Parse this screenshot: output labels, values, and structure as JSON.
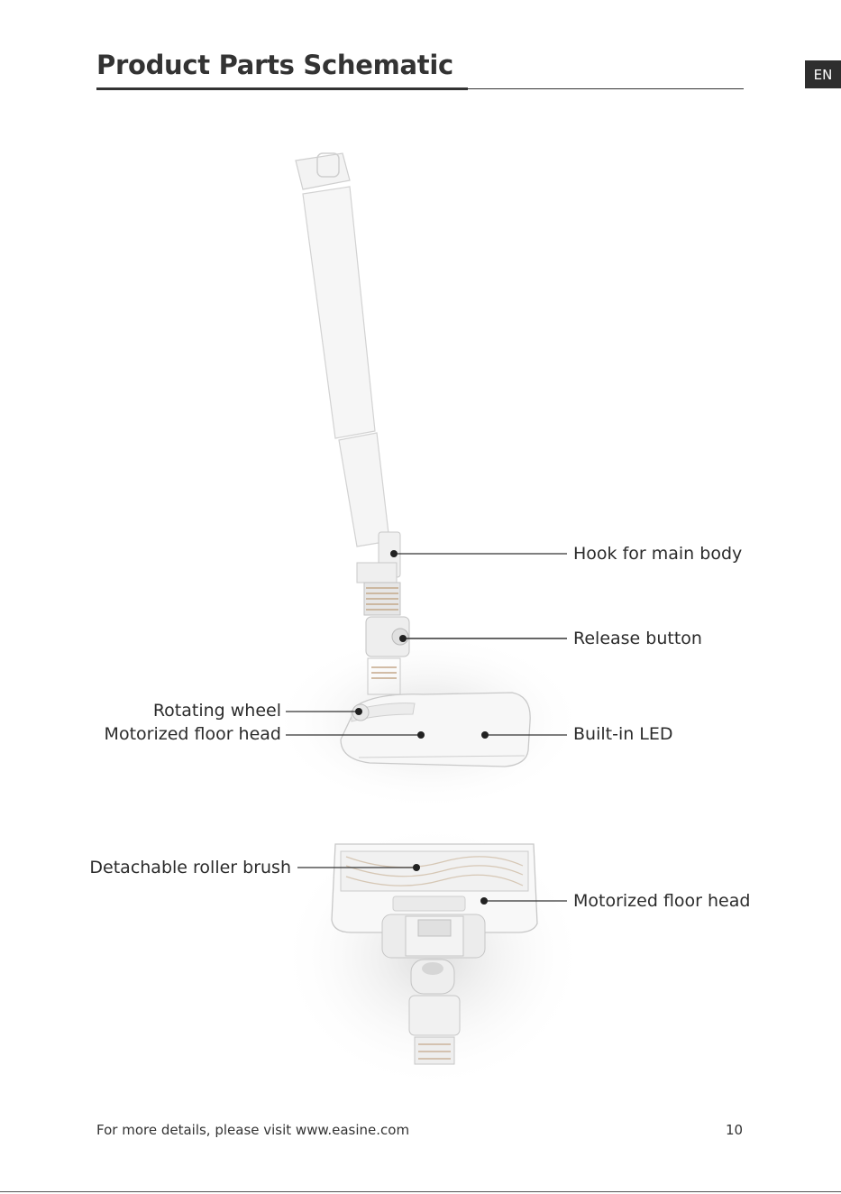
{
  "header": {
    "title": "Product Parts Schematic",
    "language_badge": "EN"
  },
  "callouts": {
    "hook": "Hook for main body",
    "release": "Release button",
    "rotating_wheel": "Rotating wheel",
    "floor_head_top": "Motorized floor head",
    "led": "Built-in LED",
    "roller_brush": "Detachable roller brush",
    "floor_head_bottom": "Motorized floor head"
  },
  "footer": {
    "text": "For more details, please visit www.easine.com",
    "page_number": "10"
  }
}
